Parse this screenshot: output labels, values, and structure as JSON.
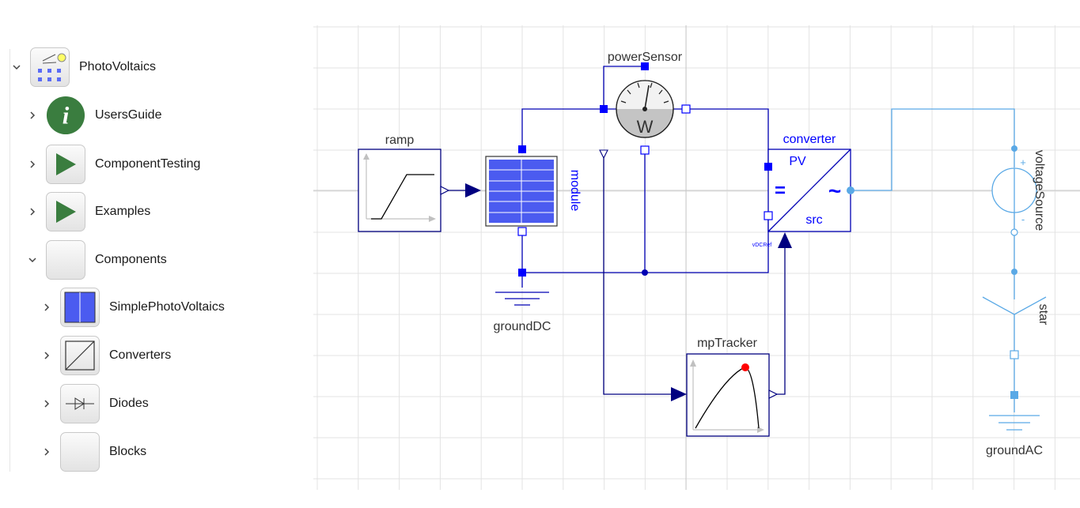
{
  "tree": {
    "items": [
      {
        "label": "PhotoVoltaics",
        "icon": "photovoltaics-package-icon",
        "expanded": true
      },
      {
        "label": "UsersGuide",
        "icon": "info-icon",
        "expanded": false
      },
      {
        "label": "ComponentTesting",
        "icon": "play-icon",
        "expanded": false
      },
      {
        "label": "Examples",
        "icon": "play-icon",
        "expanded": false
      },
      {
        "label": "Components",
        "icon": "blank-package-icon",
        "expanded": true
      },
      {
        "label": "SimplePhotoVoltaics",
        "icon": "solar-cell-icon",
        "expanded": false
      },
      {
        "label": "Converters",
        "icon": "converter-icon",
        "expanded": false
      },
      {
        "label": "Diodes",
        "icon": "diode-icon",
        "expanded": false
      },
      {
        "label": "Blocks",
        "icon": "blank-package-icon",
        "expanded": false
      }
    ]
  },
  "diagram": {
    "components": {
      "ramp": "ramp",
      "module": "module",
      "power_sensor": "powerSensor",
      "power_sensor_symbol": "W",
      "converter": "converter",
      "converter_pv": "PV",
      "converter_src": "src",
      "converter_dc_symbol": "=",
      "converter_ac_symbol": "~",
      "converter_ref": "vDCRef",
      "ground_dc": "groundDC",
      "mp_tracker": "mpTracker",
      "voltage_source": "voltageSource",
      "voltage_plus": "+",
      "voltage_minus": "-",
      "star": "star",
      "ground_ac": "groundAC"
    },
    "colors": {
      "dc_wire": "#0000b4",
      "ac_wire": "#5aa9e6",
      "signal": "#000080",
      "grid": "#e3e3e3",
      "mpp_dot": "#ff0000",
      "panel": "#4b5bf0"
    }
  }
}
